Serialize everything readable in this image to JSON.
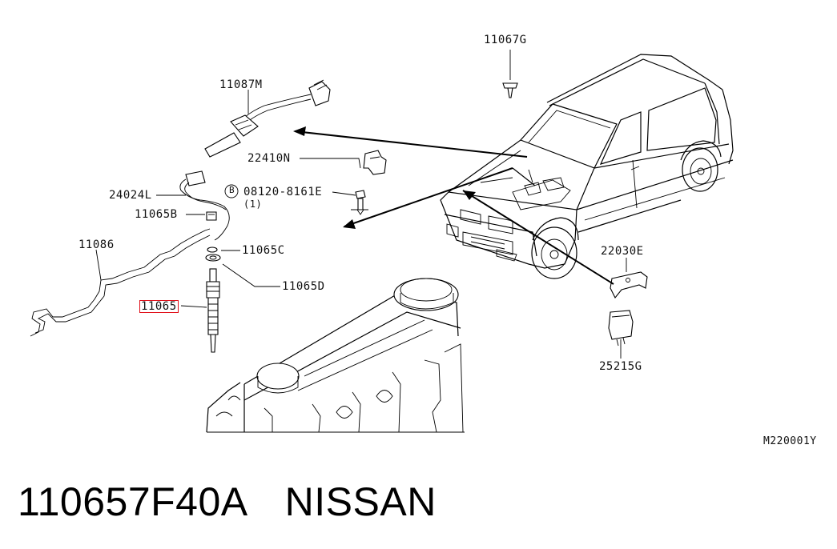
{
  "diagram": {
    "labels": {
      "l_11067G": "11067G",
      "l_11087M": "11087M",
      "l_22410N": "22410N",
      "l_08120": "08120-8161E",
      "l_bolt_qty": "(1)",
      "l_bolt_marker": "B",
      "l_24024L": "24024L",
      "l_11065B": "11065B",
      "l_11086": "11086",
      "l_11065C": "11065C",
      "l_11065D": "11065D",
      "l_11065": "11065",
      "l_22030E": "22030E",
      "l_25215G": "25215G",
      "l_ref": "M220001Y"
    },
    "highlight_color": "#e0101a"
  },
  "footer": {
    "part_number": "110657F40A",
    "brand": "NISSAN"
  }
}
